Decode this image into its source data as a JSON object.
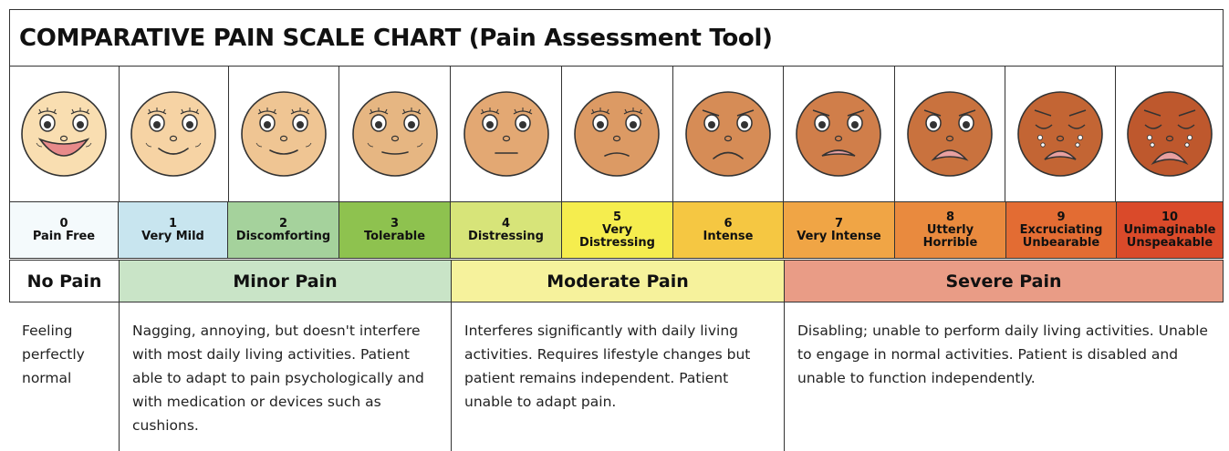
{
  "title": "COMPARATIVE PAIN SCALE CHART (Pain Assessment Tool)",
  "levels": [
    {
      "num": "0",
      "label": "Pain Free",
      "color": "#f4fafc",
      "face": "#f9deb1",
      "mouth": "big-smile"
    },
    {
      "num": "1",
      "label": "Very Mild",
      "color": "#c8e5ef",
      "face": "#f6d3a4",
      "mouth": "smile"
    },
    {
      "num": "2",
      "label": "Discomforting",
      "color": "#a5d29c",
      "face": "#efc593",
      "mouth": "slight-smile"
    },
    {
      "num": "3",
      "label": "Tolerable",
      "color": "#8ec24f",
      "face": "#e6b682",
      "mouth": "flat-smile"
    },
    {
      "num": "4",
      "label": "Distressing",
      "color": "#d7e479",
      "face": "#e3a873",
      "mouth": "flat"
    },
    {
      "num": "5",
      "label": "Very Distressing",
      "color": "#f5ed4e",
      "face": "#dc9a64",
      "mouth": "slight-frown"
    },
    {
      "num": "6",
      "label": "Intense",
      "color": "#f5c742",
      "face": "#d68c56",
      "mouth": "frown"
    },
    {
      "num": "7",
      "label": "Very Intense",
      "color": "#f0a545",
      "face": "#d07e4a",
      "mouth": "grimace"
    },
    {
      "num": "8",
      "label": "Utterly Horrible",
      "color": "#e98a3e",
      "face": "#c9723e",
      "mouth": "big-grimace"
    },
    {
      "num": "9",
      "label": "Excruciating Unbearable",
      "color": "#e36c33",
      "face": "#c36534",
      "mouth": "cry"
    },
    {
      "num": "10",
      "label": "Unimaginable Unspeakable",
      "color": "#da4a2a",
      "face": "#be582d",
      "mouth": "big-cry"
    }
  ],
  "categories": [
    {
      "label": "No Pain",
      "span": 1,
      "color": "#ffffff"
    },
    {
      "label": "Minor Pain",
      "span": 3,
      "color": "#c9e4c7"
    },
    {
      "label": "Moderate Pain",
      "span": 3,
      "color": "#f6f29c"
    },
    {
      "label": "Severe Pain",
      "span": 4,
      "color": "#e99c86"
    }
  ],
  "descriptions": [
    {
      "span": 1,
      "text": "Feeling perfectly normal"
    },
    {
      "span": 3,
      "text": "Nagging, annoying, but doesn't interfere with most daily living activities. Patient able to adapt to pain psychologically and with medication or devices such as cushions."
    },
    {
      "span": 3,
      "text": "Interferes significantly with daily living activities. Requires lifestyle changes but patient remains independent. Patient unable to adapt pain."
    },
    {
      "span": 4,
      "text": "Disabling; unable to perform daily living activities. Unable to engage in normal activities. Patient is disabled and unable to function independently."
    }
  ]
}
